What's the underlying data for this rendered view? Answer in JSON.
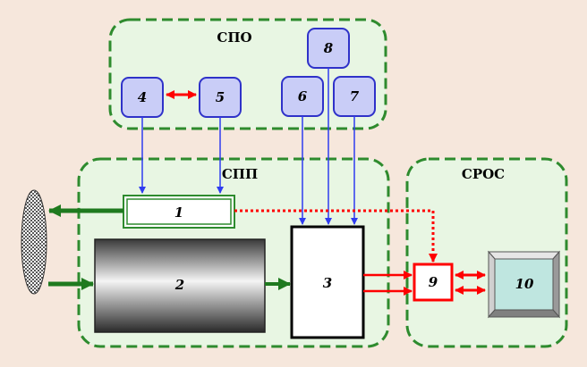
{
  "groups": {
    "spo": "СПО",
    "spp": "СПП",
    "sros": "СРОС"
  },
  "blocks": {
    "b1": "1",
    "b2": "2",
    "b3": "3",
    "b4": "4",
    "b5": "5",
    "b6": "6",
    "b7": "7",
    "b8": "8",
    "b9": "9",
    "b10": "10"
  },
  "colors": {
    "background": "#f6e7dc",
    "group_fill": "#e8f6e3",
    "group_border": "#2e8b2e",
    "module_fill": "#c9cdf7",
    "module_border": "#2f32c9",
    "signal_blue": "#2f3cf0",
    "signal_red": "#ff0000",
    "flow_green": "#1f7a1f",
    "screen": "#bfe6e0"
  }
}
